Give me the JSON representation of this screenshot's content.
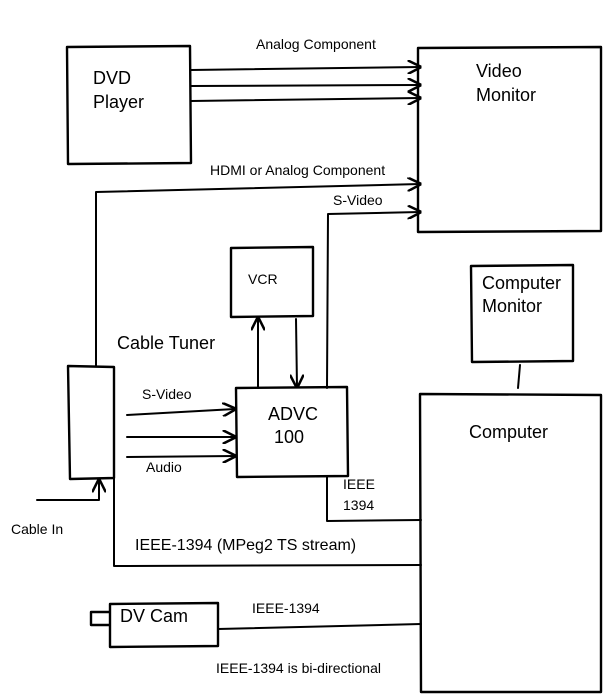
{
  "devices": {
    "dvd_player": [
      "DVD",
      "Player"
    ],
    "video_monitor": [
      "Video",
      "Monitor"
    ],
    "vcr": "VCR",
    "cable_tuner": "Cable Tuner",
    "advc": [
      "ADVC",
      "100"
    ],
    "computer_monitor": [
      "Computer",
      "Monitor"
    ],
    "computer": "Computer",
    "dv_cam": "DV Cam"
  },
  "connections": {
    "analog_component": "Analog Component",
    "hdmi_or_analog": "HDMI or Analog Component",
    "svideo_to_monitor": "S-Video",
    "svideo_tuner": "S-Video",
    "audio": "Audio",
    "ieee_advc": [
      "IEEE",
      "1394"
    ],
    "cable_in": "Cable In",
    "ieee_mpeg": "IEEE-1394 (MPeg2 TS stream)",
    "ieee_dvcam": "IEEE-1394"
  },
  "footnote": "IEEE-1394 is bi-directional"
}
